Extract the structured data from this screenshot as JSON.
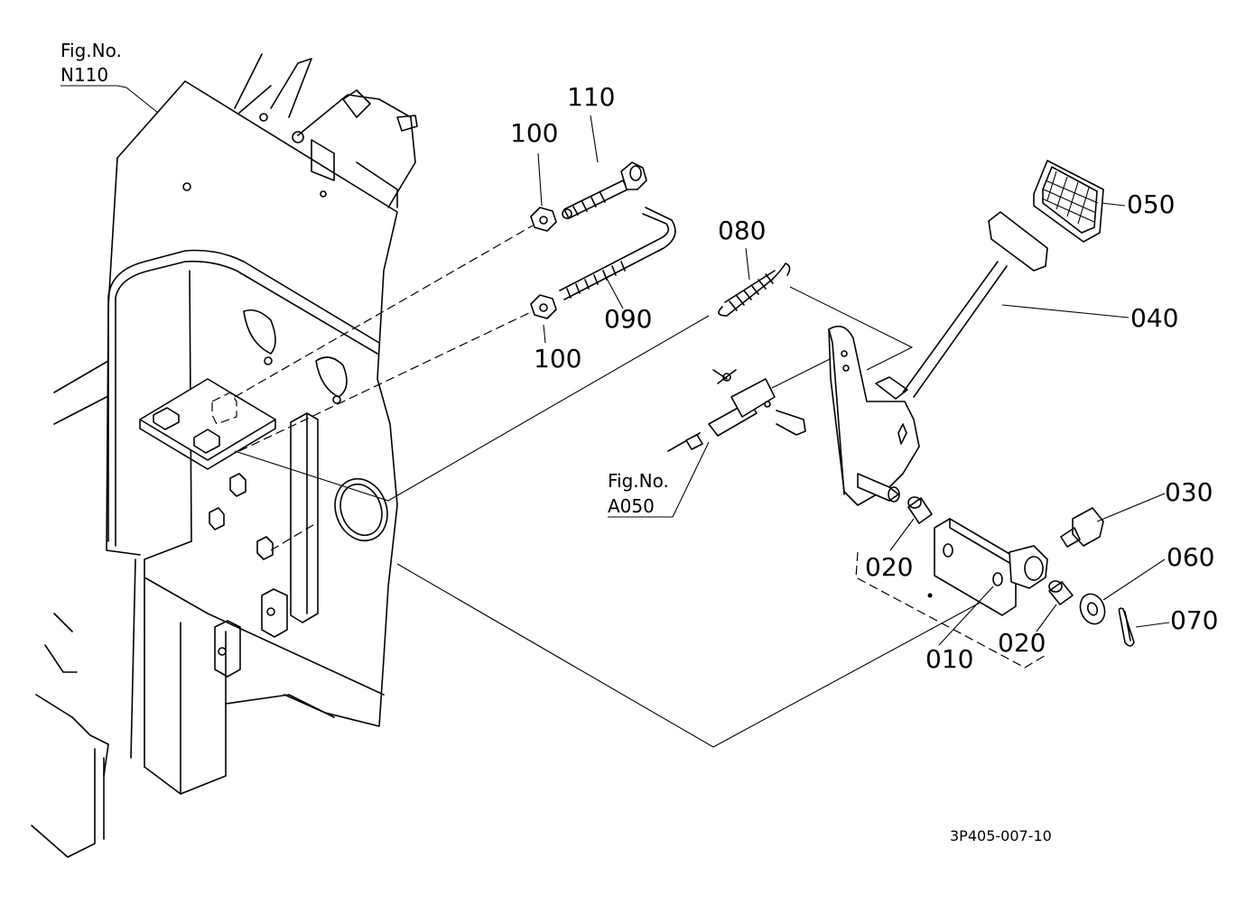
{
  "figure": {
    "drawing_number": "3P405-007-10"
  },
  "references": {
    "frame": {
      "title": "Fig.No.",
      "code": "N110"
    },
    "linkage": {
      "title": "Fig.No.",
      "code": "A050"
    }
  },
  "callouts": {
    "p010": "010",
    "p020_upper": "020",
    "p020_lower": "020",
    "p030": "030",
    "p040": "040",
    "p050": "050",
    "p060": "060",
    "p070": "070",
    "p080": "080",
    "p090": "090",
    "p100_upper": "100",
    "p100_lower": "100",
    "p110": "110"
  }
}
